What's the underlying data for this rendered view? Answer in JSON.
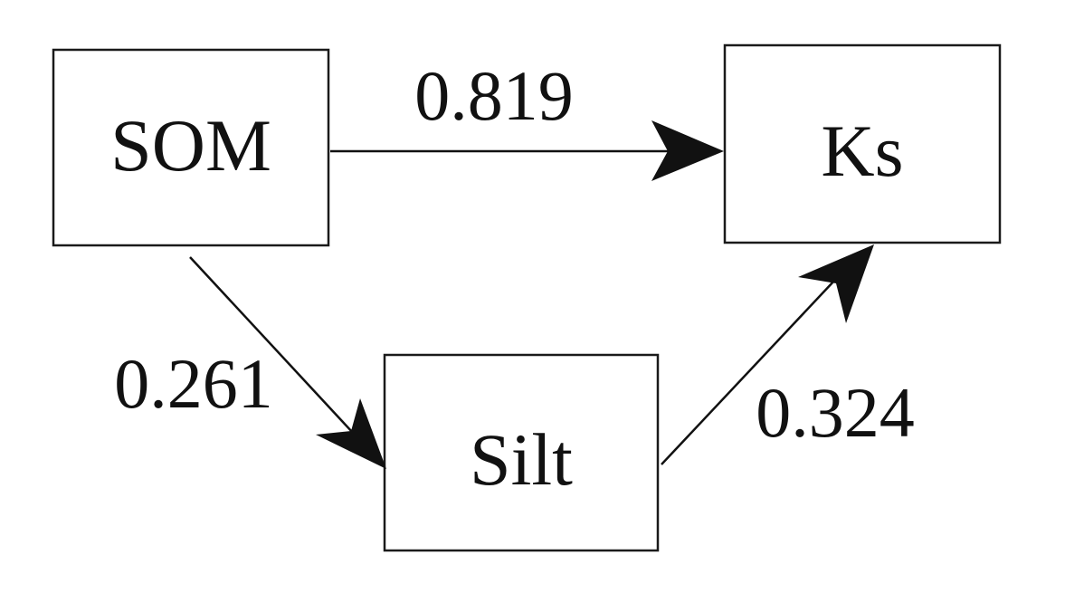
{
  "nodes": {
    "som": {
      "label": "SOM"
    },
    "ks": {
      "label": "Ks"
    },
    "silt": {
      "label": "Silt"
    }
  },
  "edges": {
    "som_ks": {
      "from": "SOM",
      "to": "Ks",
      "weight": "0.819"
    },
    "som_silt": {
      "from": "SOM",
      "to": "Silt",
      "weight": "0.261"
    },
    "silt_ks": {
      "from": "Silt",
      "to": "Ks",
      "weight": "0.324"
    }
  },
  "colors": {
    "stroke": "#1a1a1a",
    "text": "#111111",
    "background": "#ffffff"
  }
}
